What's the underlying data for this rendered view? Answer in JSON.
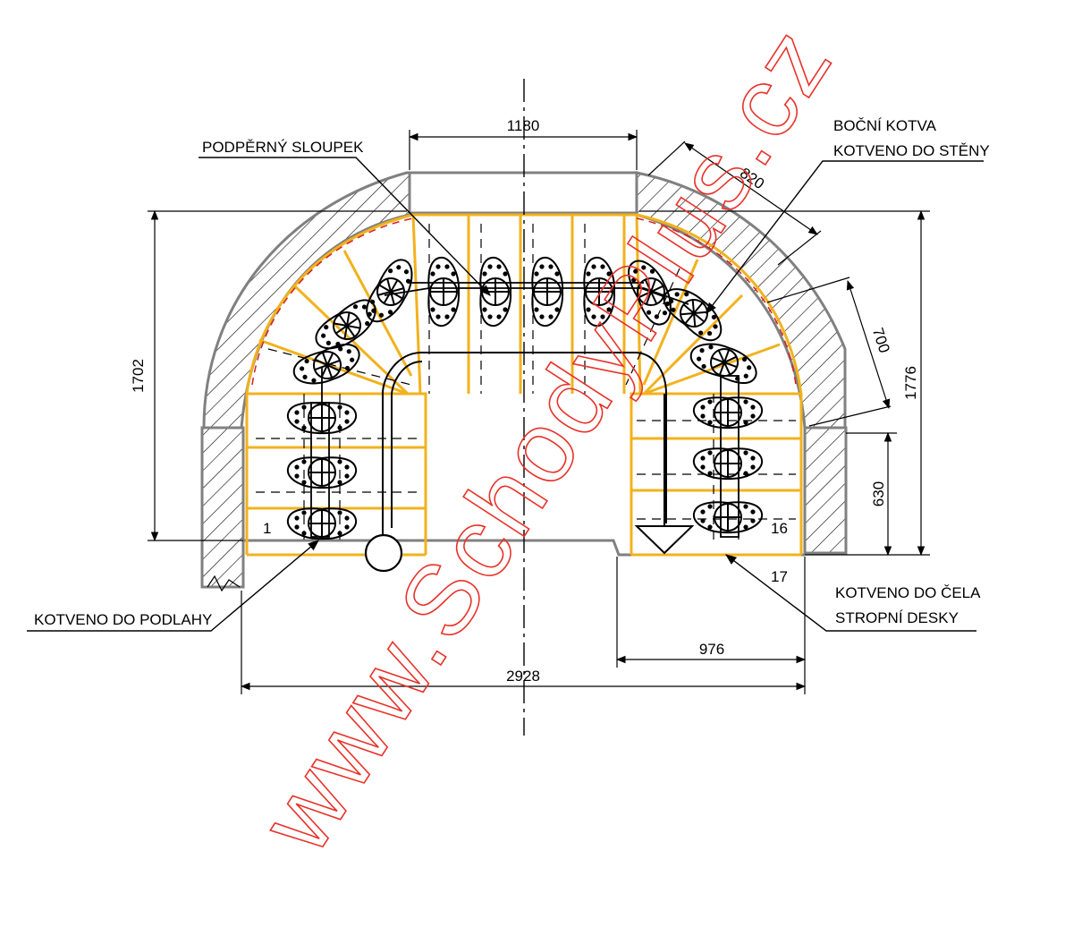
{
  "colors": {
    "background": "#ffffff",
    "line": "#000000",
    "wall": "#808080",
    "treads": "#f2b21c",
    "watermark": "#e8322a",
    "dashed_accent": "#d62020"
  },
  "dimensions": {
    "top_width": "1180",
    "left_height": "1702",
    "right_height": "1776",
    "diagonal_upper": "820",
    "diagonal_right": "700",
    "right_lower": "630",
    "bottom_right": "976",
    "total_width": "2928"
  },
  "callouts": {
    "support_post": "PODPĚRNÝ SLOUPEK",
    "side_anchor_line1": "BOČNÍ KOTVA",
    "side_anchor_line2": "KOTVENO DO STĚNY",
    "floor_anchor": "KOTVENO DO PODLAHY",
    "slab_anchor_line1": "KOTVENO DO ČELA",
    "slab_anchor_line2": "STROPNÍ DESKY"
  },
  "step_numbers": {
    "first": "1",
    "sixteenth": "16",
    "seventeenth": "17"
  },
  "watermark": {
    "text": "www.SchodyPlus.cz"
  }
}
